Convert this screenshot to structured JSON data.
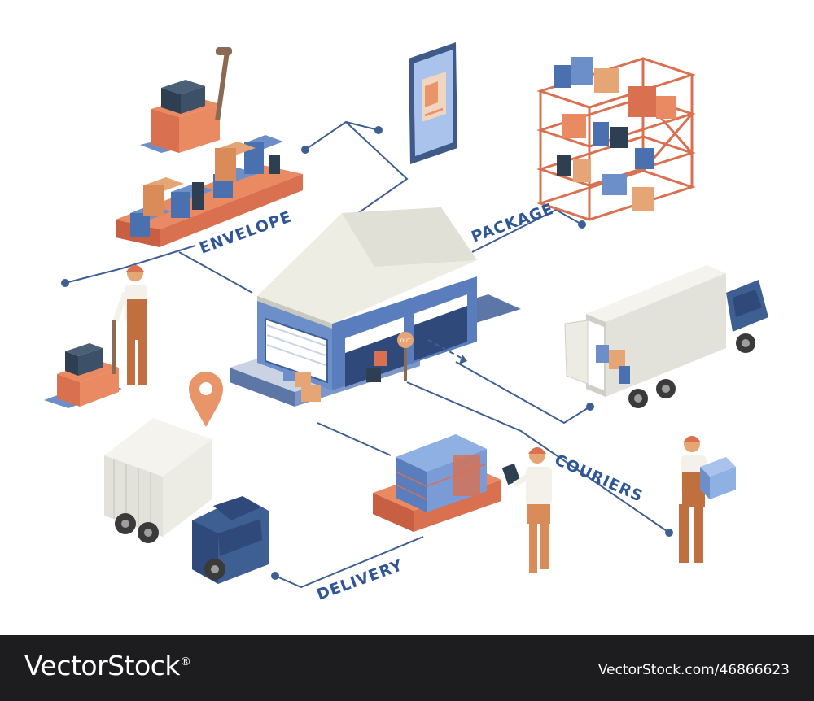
{
  "labels": {
    "envelope": "ENVELOPE",
    "package": "PACKAGE",
    "couriers": "COURIERS",
    "delivery": "DELIVERY",
    "sign_out": "OUT"
  },
  "footer": {
    "brand": "VectorStock",
    "trademark": "®",
    "url_id": "VectorStock.com/46866623"
  },
  "colors": {
    "label_blue": "#2f5796",
    "line_blue": "#3e5f92",
    "warehouse_blue": "#6d8fc9",
    "roof_cream": "#eeede4",
    "pallet_orange": "#d9704f",
    "box_tan": "#e6a574",
    "footer_bg": "#1d1d1f"
  },
  "icons": [
    "location-pin-icon",
    "smartphone-icon"
  ]
}
